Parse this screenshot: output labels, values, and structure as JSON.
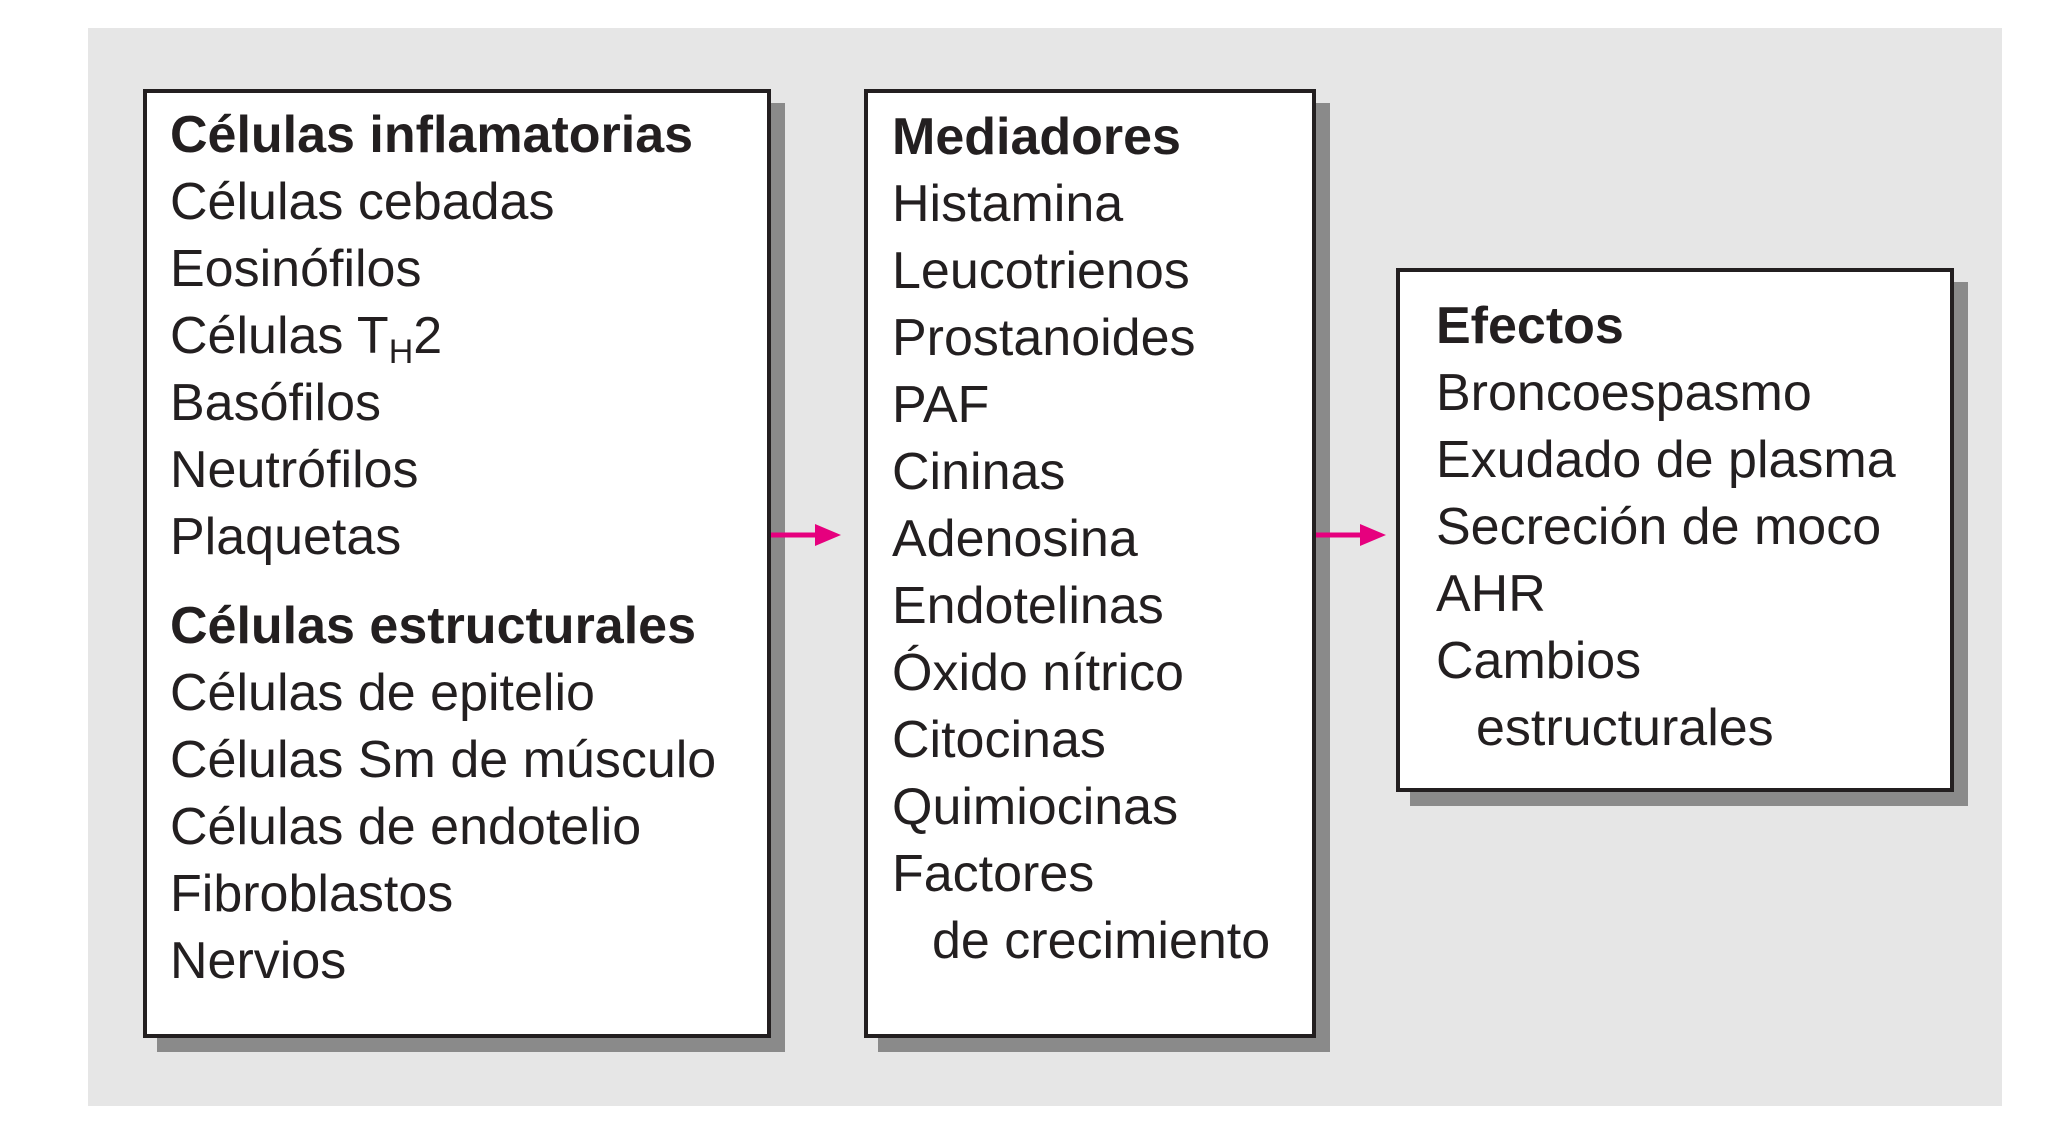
{
  "colors": {
    "panel_background": "#e6e6e6",
    "box_border": "#231f20",
    "box_shadow": "#8a8a8a",
    "arrow": "#e6007e",
    "text": "#231f20"
  },
  "cells_box": {
    "inflammatory_heading": "Células inflamatorias",
    "inflammatory_items": [
      "Células cebadas",
      "Eosinófilos",
      "Células T",
      "Basófilos",
      "Neutrófilos",
      "Plaquetas"
    ],
    "th2_subscript": "H",
    "th2_suffix": "2",
    "structural_heading": "Células estructurales",
    "structural_items": [
      "Células de epitelio",
      "Células Sm de músculo",
      "Células de endotelio",
      "Fibroblastos",
      "Nervios"
    ]
  },
  "mediators_box": {
    "heading": "Mediadores",
    "items": [
      "Histamina",
      "Leucotrienos",
      "Prostanoides",
      "PAF",
      "Cininas",
      "Adenosina",
      "Endotelinas",
      "Óxido nítrico",
      "Citocinas",
      "Quimiocinas",
      "Factores"
    ],
    "items_continuation": "de crecimiento"
  },
  "effects_box": {
    "heading": "Efectos",
    "items": [
      "Broncoespasmo",
      "Exudado de plasma",
      "Secreción de moco",
      "AHR",
      "Cambios"
    ],
    "items_continuation": "estructurales"
  },
  "arrows": [
    {
      "from": "cells_box",
      "to": "mediators_box",
      "icon": "right-arrow-icon"
    },
    {
      "from": "mediators_box",
      "to": "effects_box",
      "icon": "right-arrow-icon"
    }
  ]
}
